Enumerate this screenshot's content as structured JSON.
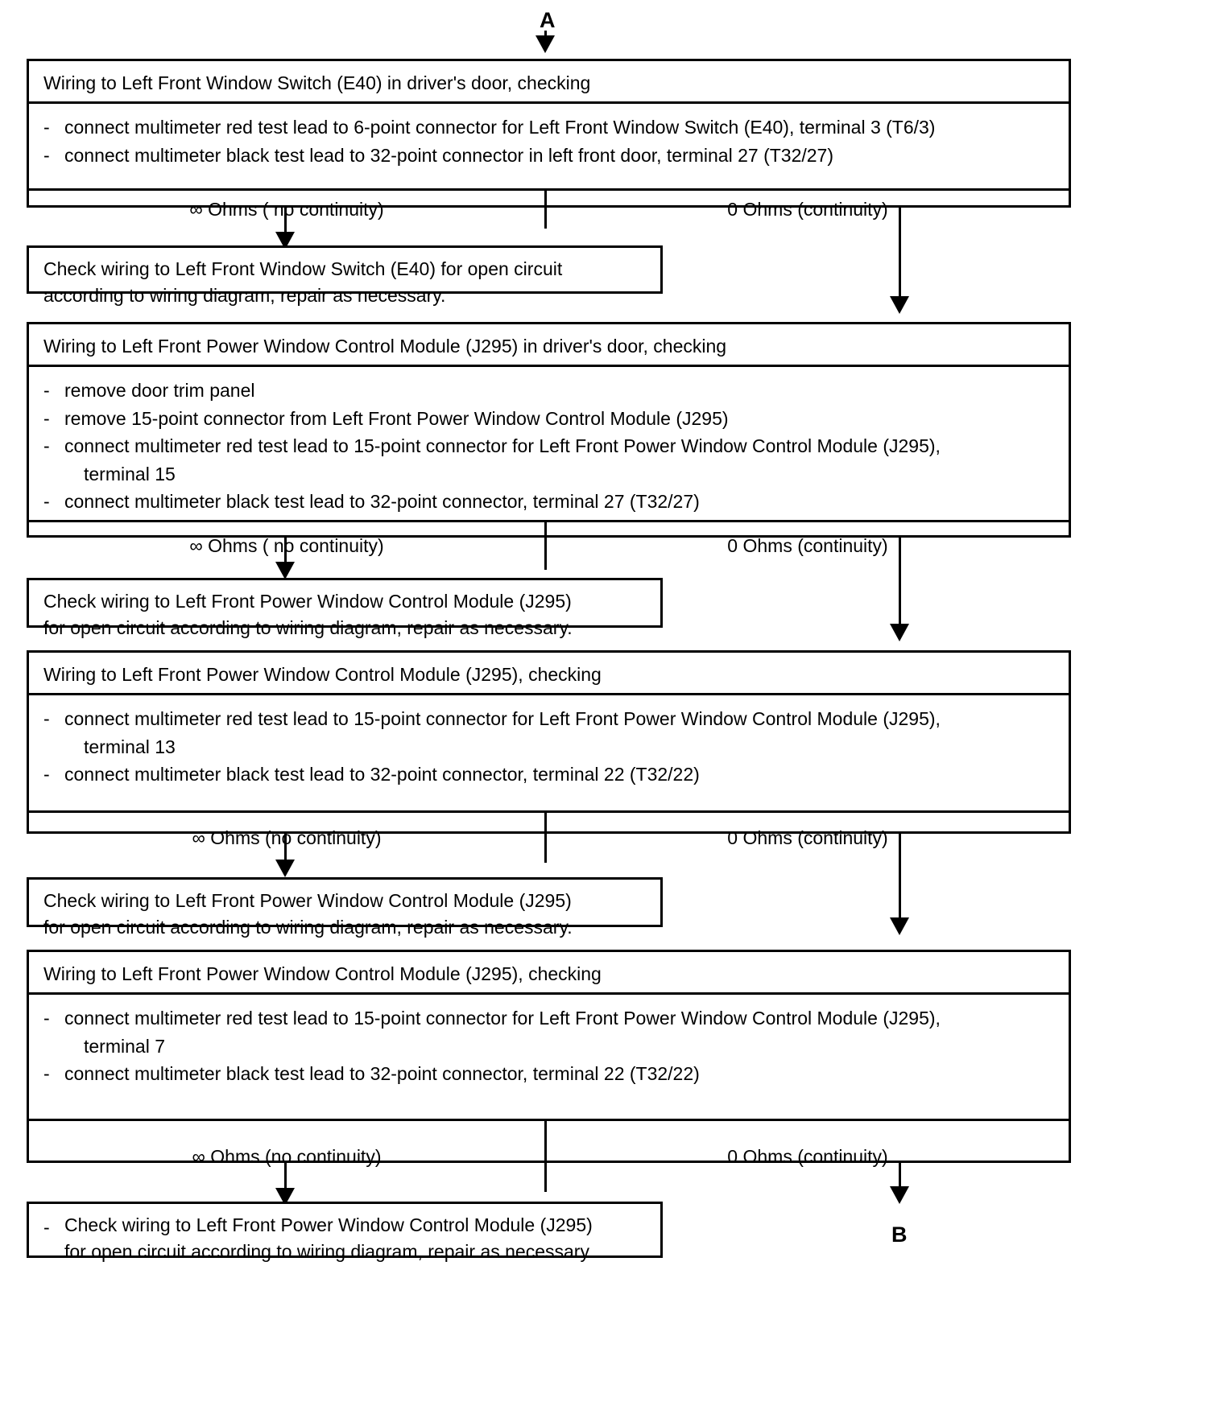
{
  "connectors": {
    "entry_label": "A",
    "exit_label": "B"
  },
  "results": {
    "no_continuity_a": "∞ Ohms  ( no continuity)",
    "no_continuity_b": "∞ Ohms  (no continuity)",
    "continuity": "0 Ohms  (continuity)"
  },
  "steps": [
    {
      "id": "step-1",
      "title": "Wiring to Left Front Window Switch (E40) in driver's door, checking",
      "instructions": [
        "connect multimeter red test lead to 6-point connector for Left Front Window Switch (E40), terminal 3 (T6/3)",
        "connect multimeter black test lead to 32-point connector in left front door, terminal 27 (T32/27)"
      ],
      "result_left": "∞ Ohms  ( no continuity)",
      "result_right": "0 Ohms  (continuity)"
    },
    {
      "id": "step-2",
      "title": "Wiring to Left Front Power Window Control Module (J295) in driver's door, checking",
      "instructions": [
        "remove door trim panel",
        "remove 15-point connector from Left Front Power Window Control Module (J295)",
        "connect multimeter red test lead to 15-point connector for Left Front Power Window Control  Module (J295),",
        "terminal 15",
        "connect multimeter black test lead to 32-point connector, terminal 27 (T32/27)"
      ],
      "result_left": "∞ Ohms  ( no continuity)",
      "result_right": "0 Ohms  (continuity)"
    },
    {
      "id": "step-3",
      "title": "Wiring to Left Front Power Window Control Module (J295), checking",
      "instructions": [
        "connect multimeter red test lead to 15-point connector for Left Front Power Window Control Module (J295),",
        "terminal 13",
        "connect multimeter black test lead to 32-point connector, terminal 22 (T32/22)"
      ],
      "result_left": "∞ Ohms  (no continuity)",
      "result_right": "0 Ohms  (continuity)"
    },
    {
      "id": "step-4",
      "title": "Wiring to Left Front Power Window Control Module (J295), checking",
      "instructions": [
        "connect multimeter red test lead to 15-point connector for Left Front Power Window Control Module (J295),",
        "terminal 7",
        "connect multimeter black test lead to 32-point connector, terminal 22 (T32/22)"
      ],
      "result_left": "∞ Ohms  (no continuity)",
      "result_right": "0 Ohms  (continuity)"
    }
  ],
  "actions": [
    {
      "id": "action-1",
      "line1": "Check wiring to Left Front Window Switch (E40) for open circuit",
      "line2": "according to wiring diagram, repair as necessary."
    },
    {
      "id": "action-2",
      "line1": "Check wiring to Left Front Power Window Control Module (J295)",
      "line2": "for open circuit according to wiring diagram, repair as necessary."
    },
    {
      "id": "action-3",
      "line1": "Check wiring to Left Front Power Window Control Module (J295)",
      "line2": "for open circuit  according to wiring diagram, repair as  necessary."
    },
    {
      "id": "action-4",
      "line1": "Check wiring  to  Left Front Power Window Control Module (J295)",
      "line2": "for open circuit  according to wiring diagram, repair as  necessary."
    }
  ]
}
